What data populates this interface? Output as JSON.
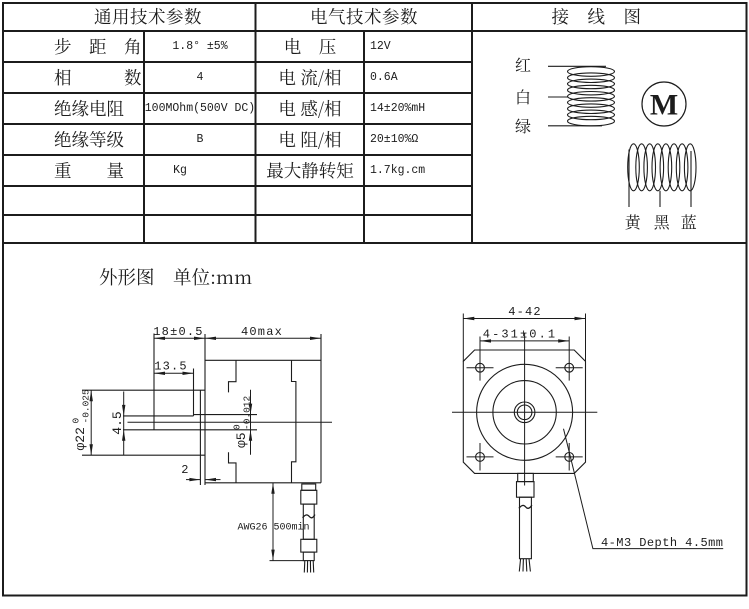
{
  "tables": {
    "general": {
      "title": "通用技术参数",
      "rows": [
        {
          "label": "步　距　角",
          "value": "1.8° ±5%"
        },
        {
          "label": "相　　　数",
          "value": "4"
        },
        {
          "label": "绝缘电阻",
          "value": "100MOhm(500V DC)"
        },
        {
          "label": "绝缘等级",
          "value": "B"
        },
        {
          "label": "重　　量",
          "value": "Kg"
        },
        {
          "label": "",
          "value": ""
        },
        {
          "label": "",
          "value": ""
        }
      ]
    },
    "electrical": {
      "title": "电气技术参数",
      "rows": [
        {
          "label": "电　压",
          "value": "12V"
        },
        {
          "label": "电 流/相",
          "value": "0.6A"
        },
        {
          "label": "电 感/相",
          "value": "14±20%mH"
        },
        {
          "label": "电 阻/相",
          "value": "20±10%Ω"
        },
        {
          "label": "最大静转矩",
          "value": "1.7kg.cm"
        },
        {
          "label": "",
          "value": ""
        },
        {
          "label": "",
          "value": ""
        }
      ]
    }
  },
  "wiring": {
    "title": "接　线　图",
    "motor_symbol": "M",
    "lead_labels_left": [
      "红",
      "白",
      "绿"
    ],
    "lead_labels_bottom": [
      "黄",
      "黑",
      "蓝"
    ]
  },
  "outline": {
    "title": "外形图　单位:mm",
    "dims": {
      "shaft_length": "18±0.5",
      "body_length": "40max",
      "flat_length": "13.5",
      "boss_dia": "φ22",
      "boss_dia_tol_upper": "0",
      "boss_dia_tol_lower": "-0.025",
      "flat_height": "4.5",
      "shaft_dia": "φ5",
      "shaft_dia_tol_upper": "0",
      "shaft_dia_tol_lower": "-0.012",
      "boss_depth": "2",
      "cable_spec": "AWG26 500min",
      "mount_square": "4-42",
      "hole_pitch": "4-31±0.1",
      "hole_spec": "4-M3 Depth 4.5mm"
    }
  }
}
